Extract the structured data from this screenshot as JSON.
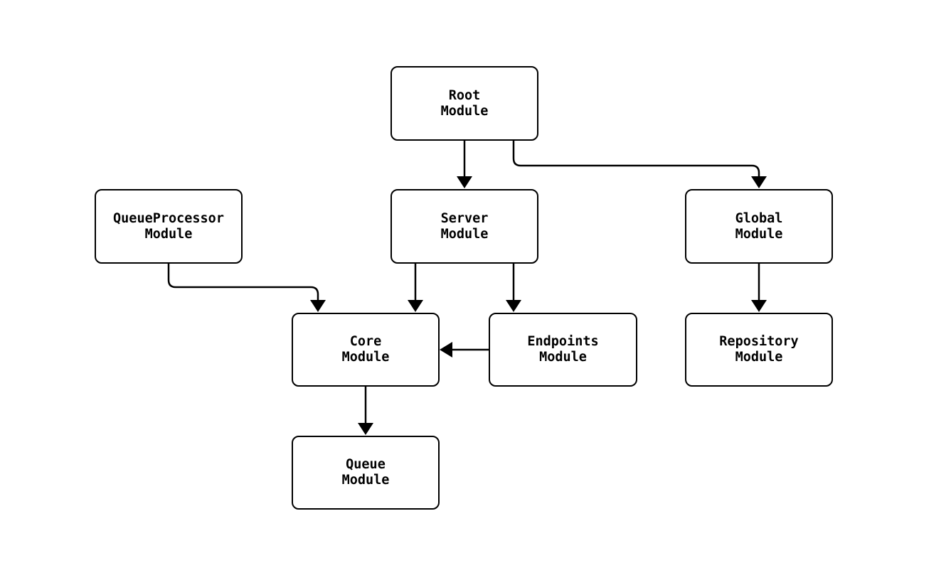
{
  "page": {
    "background_color": "#ffffff",
    "stroke_color": "#000000",
    "node_fill_color": "#ffffff",
    "text_color": "#000000"
  },
  "diagram": {
    "type": "module-dependency-flowchart",
    "nodes": {
      "root": {
        "line1": "Root",
        "line2": "Module"
      },
      "queue_processor": {
        "line1": "QueueProcessor",
        "line2": "Module"
      },
      "server": {
        "line1": "Server",
        "line2": "Module"
      },
      "global": {
        "line1": "Global",
        "line2": "Module"
      },
      "core": {
        "line1": "Core",
        "line2": "Module"
      },
      "endpoints": {
        "line1": "Endpoints",
        "line2": "Module"
      },
      "repository": {
        "line1": "Repository",
        "line2": "Module"
      },
      "queue": {
        "line1": "Queue",
        "line2": "Module"
      }
    },
    "edges": [
      {
        "from": "Root Module",
        "to": "Server Module"
      },
      {
        "from": "Root Module",
        "to": "Global Module"
      },
      {
        "from": "QueueProcessor Module",
        "to": "Core Module"
      },
      {
        "from": "Server Module",
        "to": "Core Module"
      },
      {
        "from": "Server Module",
        "to": "Endpoints Module"
      },
      {
        "from": "Endpoints Module",
        "to": "Core Module"
      },
      {
        "from": "Global Module",
        "to": "Repository Module"
      },
      {
        "from": "Core Module",
        "to": "Queue Module"
      }
    ]
  }
}
